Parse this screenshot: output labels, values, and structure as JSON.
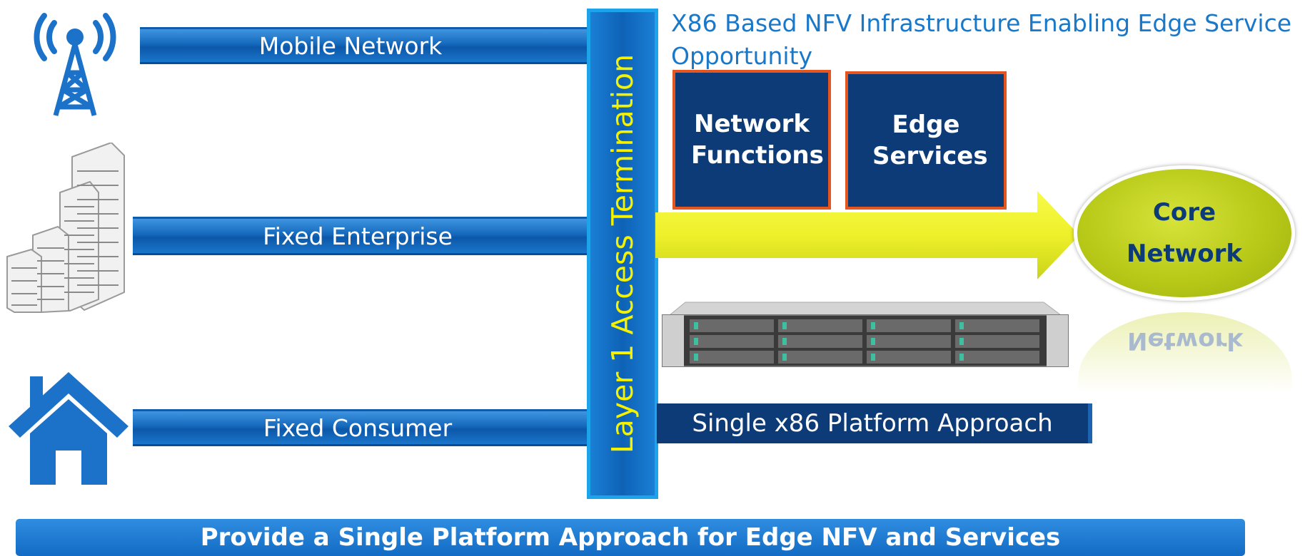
{
  "title": "X86 Based NFV Infrastructure Enabling Edge  Service Opportunity",
  "access_bars": {
    "mobile": "Mobile Network",
    "enterprise": "Fixed Enterprise",
    "consumer": "Fixed Consumer"
  },
  "vertical_label": "Layer 1 Access Termination",
  "boxes": {
    "network_functions": "Network Functions",
    "edge_services": "Edge Services"
  },
  "core_network": {
    "line1": "Core",
    "line2": "Network",
    "reflection": "Network"
  },
  "platform_label": "Single x86 Platform Approach",
  "bottom_banner": "Provide a Single Platform Approach for Edge NFV and Services",
  "icons": {
    "tower": "cell-tower-icon",
    "buildings": "office-buildings-icon",
    "house": "house-icon",
    "server": "rack-server-icon"
  },
  "colors": {
    "blue": "#1569bd",
    "navy": "#0d3b78",
    "orange_border": "#e4551f",
    "yellow": "#f4f200",
    "core_green": "#b8c918"
  }
}
